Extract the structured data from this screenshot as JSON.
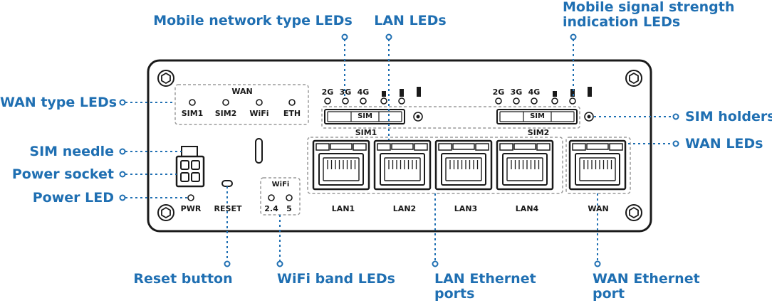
{
  "callouts": {
    "mobile_network_type_leds": "Mobile network type LEDs",
    "lan_leds": "LAN LEDs",
    "mobile_signal_line1": "Mobile signal strength",
    "mobile_signal_line2": "indication LEDs",
    "wan_type_leds": "WAN type LEDs",
    "sim_holders": "SIM holders",
    "sim_needle": "SIM needle",
    "wan_leds": "WAN LEDs",
    "power_socket": "Power socket",
    "power_led": "Power LED",
    "reset_button": "Reset button",
    "wifi_band_leds": "WiFi band LEDs",
    "lan_ethernet_line1": "LAN Ethernet",
    "lan_ethernet_line2": "ports",
    "wan_ethernet_line1": "WAN Ethernet",
    "wan_ethernet_line2": "port"
  },
  "panel": {
    "wan_group_title": "WAN",
    "wan_type_labels": [
      "SIM1",
      "SIM2",
      "WiFi",
      "ETH"
    ],
    "network_labels_sim1": [
      "2G",
      "3G",
      "4G"
    ],
    "network_labels_sim2": [
      "2G",
      "3G",
      "4G"
    ],
    "sim_tray_text": "SIM",
    "sim1_label": "SIM1",
    "sim2_label": "SIM2",
    "wifi_group_title": "WiFi",
    "wifi_band_labels": [
      "2.4",
      "5"
    ],
    "pwr_label": "PWR",
    "reset_label": "RESET",
    "lan_port_labels": [
      "LAN1",
      "LAN2",
      "LAN3",
      "LAN4"
    ],
    "wan_port_label": "WAN"
  },
  "colors": {
    "callout": "#1f6fb2",
    "outline": "#1a1a1a",
    "dashed_group": "#9a9a9a"
  }
}
